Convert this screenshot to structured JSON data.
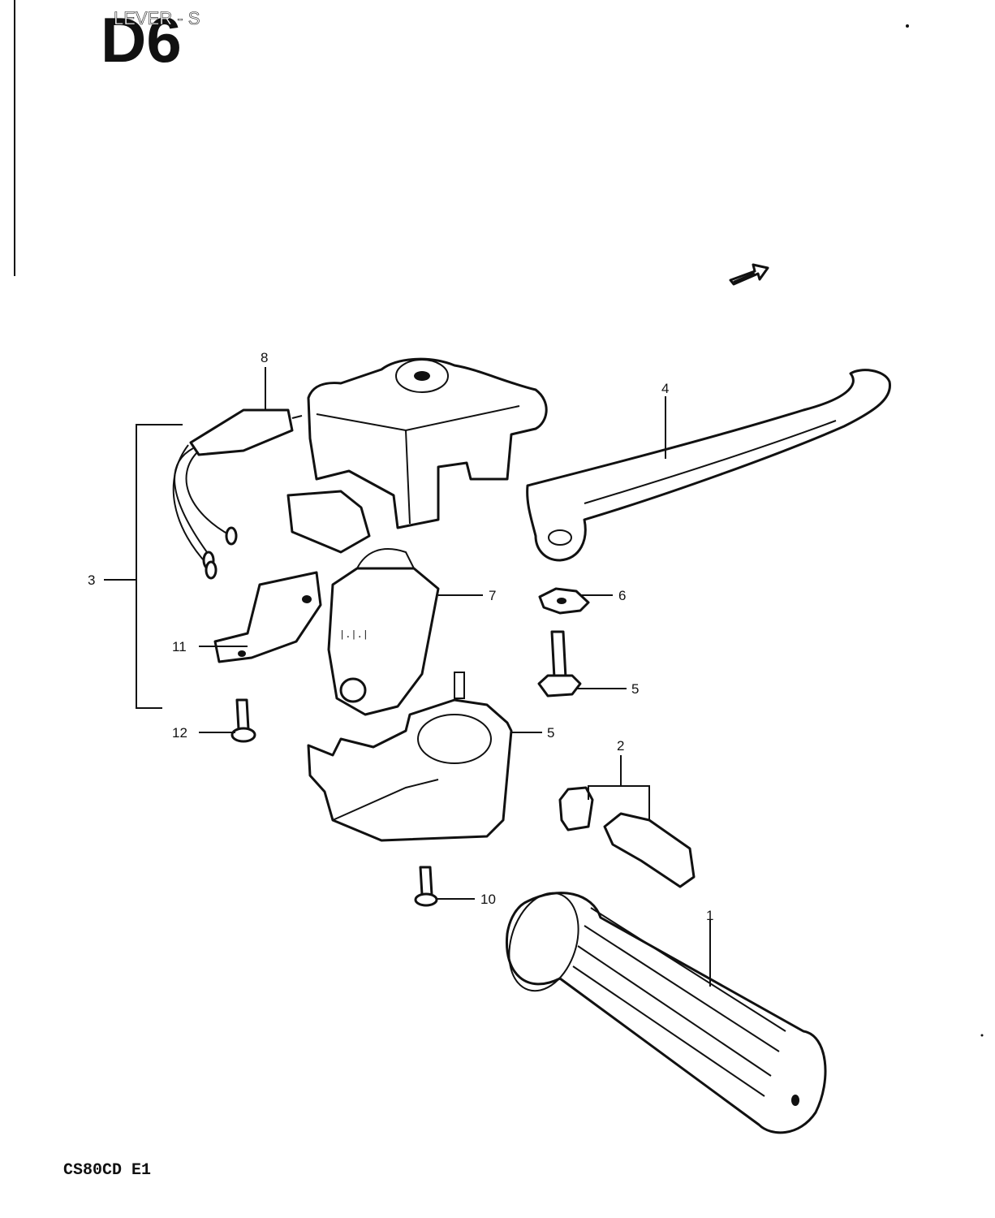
{
  "page": {
    "section_code": "D6",
    "header_text": "LEVER - S",
    "footer_model": "CS80CD E1"
  },
  "callouts": [
    {
      "id": "1",
      "label": "1"
    },
    {
      "id": "2",
      "label": "2"
    },
    {
      "id": "3",
      "label": "3"
    },
    {
      "id": "4",
      "label": "4"
    },
    {
      "id": "5a",
      "label": "5"
    },
    {
      "id": "5b",
      "label": "5"
    },
    {
      "id": "6",
      "label": "6"
    },
    {
      "id": "7",
      "label": "7"
    },
    {
      "id": "8",
      "label": "8"
    },
    {
      "id": "10",
      "label": "10"
    },
    {
      "id": "11",
      "label": "11"
    },
    {
      "id": "12",
      "label": "12"
    }
  ],
  "colors": {
    "ink": "#111111",
    "paper": "#ffffff"
  },
  "icons": {
    "front_arrow": "direction-arrow-icon"
  }
}
